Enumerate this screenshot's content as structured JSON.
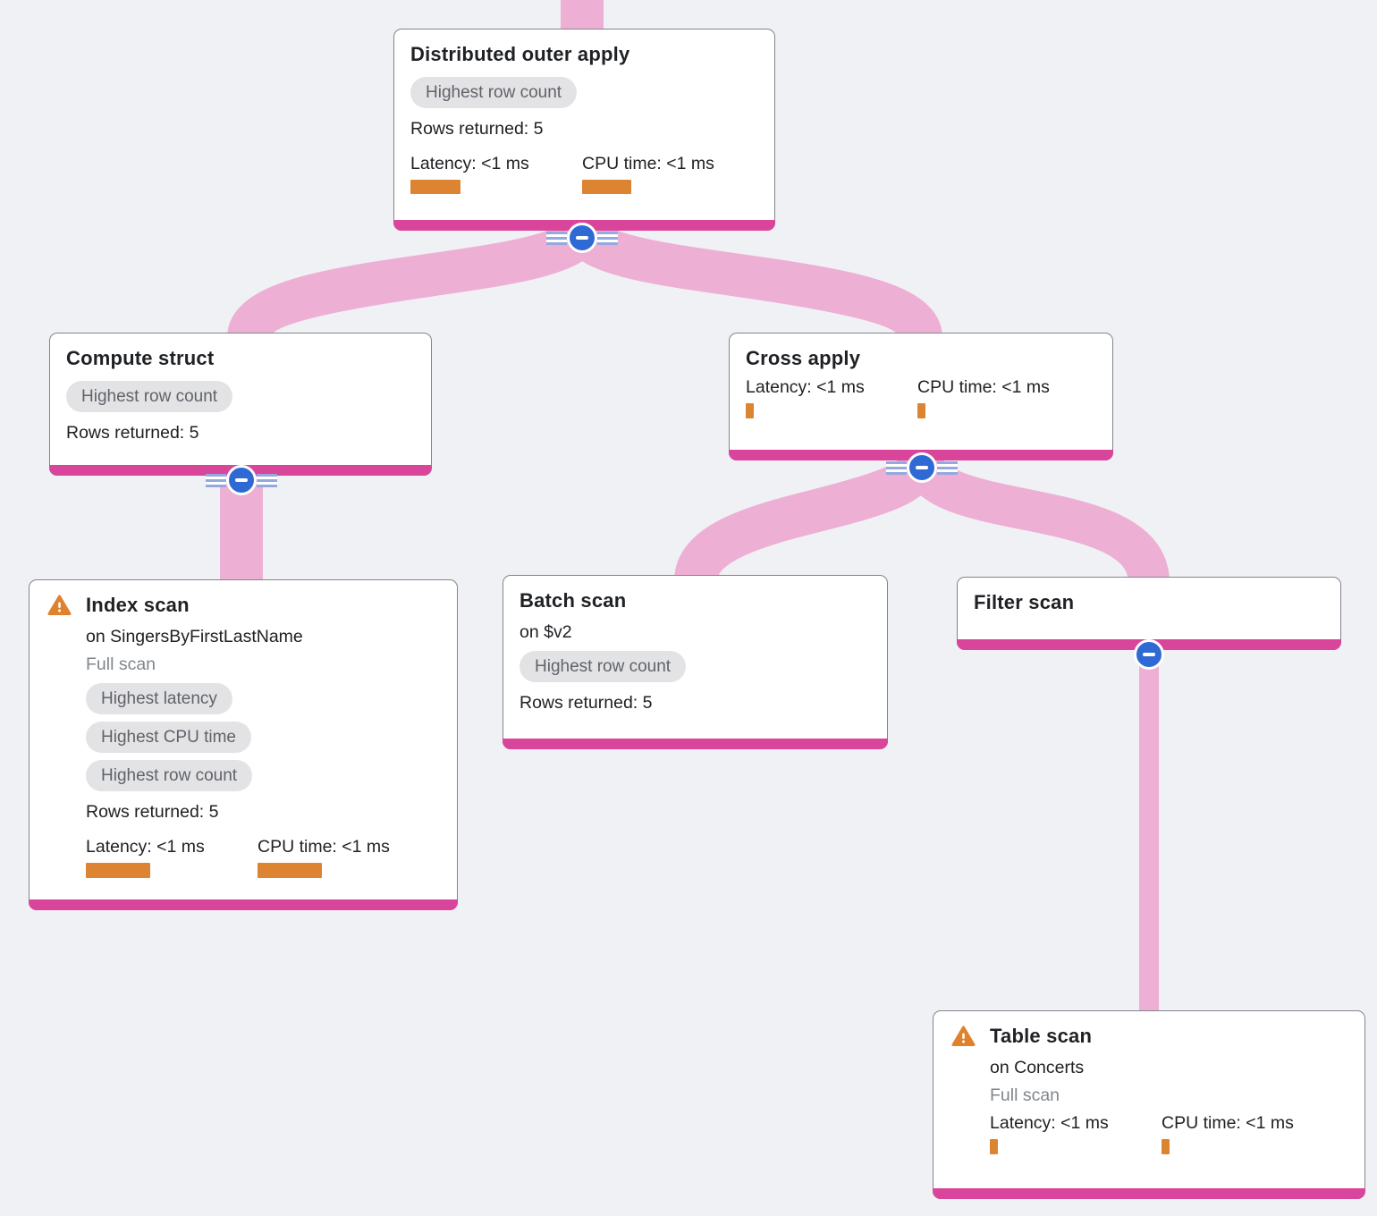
{
  "diagram": {
    "type": "query-execution-plan-tree",
    "nodes": [
      {
        "id": "distributed-outer-apply",
        "title": "Distributed outer apply",
        "badges": [
          "Highest row count"
        ],
        "rows_returned": "Rows returned: 5",
        "latency_label": "Latency: <1 ms",
        "cpu_label": "CPU time: <1 ms",
        "warning": false
      },
      {
        "id": "compute-struct",
        "title": "Compute struct",
        "badges": [
          "Highest row count"
        ],
        "rows_returned": "Rows returned: 5",
        "warning": false
      },
      {
        "id": "cross-apply",
        "title": "Cross apply",
        "latency_label": "Latency: <1 ms",
        "cpu_label": "CPU time: <1 ms",
        "warning": false
      },
      {
        "id": "index-scan",
        "title": "Index scan",
        "subtitle": "on SingersByFirstLastName",
        "scan_type": "Full scan",
        "badges": [
          "Highest latency",
          "Highest CPU time",
          "Highest row count"
        ],
        "rows_returned": "Rows returned: 5",
        "latency_label": "Latency: <1 ms",
        "cpu_label": "CPU time: <1 ms",
        "warning": true
      },
      {
        "id": "batch-scan",
        "title": "Batch scan",
        "subtitle": "on $v2",
        "badges": [
          "Highest row count"
        ],
        "rows_returned": "Rows returned: 5",
        "warning": false
      },
      {
        "id": "filter-scan",
        "title": "Filter scan",
        "warning": false
      },
      {
        "id": "table-scan",
        "title": "Table scan",
        "subtitle": "on Concerts",
        "scan_type": "Full scan",
        "latency_label": "Latency: <1 ms",
        "cpu_label": "CPU time: <1 ms",
        "warning": true
      }
    ],
    "edges": [
      {
        "from": "distributed-outer-apply",
        "to": "compute-struct"
      },
      {
        "from": "distributed-outer-apply",
        "to": "cross-apply"
      },
      {
        "from": "compute-struct",
        "to": "index-scan"
      },
      {
        "from": "cross-apply",
        "to": "batch-scan"
      },
      {
        "from": "cross-apply",
        "to": "filter-scan"
      },
      {
        "from": "filter-scan",
        "to": "table-scan"
      }
    ],
    "icons": {
      "collapse": "minus-icon",
      "warning": "warning-triangle-icon"
    }
  },
  "colors": {
    "background": "#f0f1f4",
    "ribbon_pink": "#eeafd4",
    "node_bottom_bar": "#d9459a",
    "metric_bar_orange": "#dd8433",
    "warning_orange": "#e0812c",
    "collapse_button_blue": "#2f6ad4",
    "badge_bg": "#e3e3e6",
    "badge_text": "#5f6368",
    "text": "#202124",
    "muted_text": "#80868b",
    "card_border": "#80868b"
  }
}
